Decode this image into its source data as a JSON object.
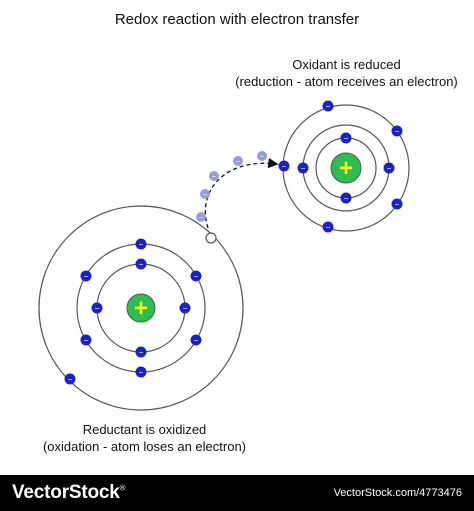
{
  "title": "Redox reaction with electron transfer",
  "oxidant": {
    "line1": "Oxidant is reduced",
    "line2": "(reduction - atom receives an electron)"
  },
  "reductant": {
    "line1": "Reductant is oxidized",
    "line2": "(oxidation - atom loses an electron)"
  },
  "symbols": {
    "nucleus": "+",
    "electron": "−"
  },
  "colors": {
    "nucleus_fill": "#2dbe4f",
    "nucleus_sign": "#f2ef1c",
    "electron_fill": "#1b22c6",
    "moving_electron_fill": "#9a9ad8",
    "orbit": "#555555",
    "footer_bg": "#000000"
  },
  "footer": {
    "brand": "VectorStock",
    "brand_mark": "®",
    "url": "VectorStock.com/4773476"
  }
}
